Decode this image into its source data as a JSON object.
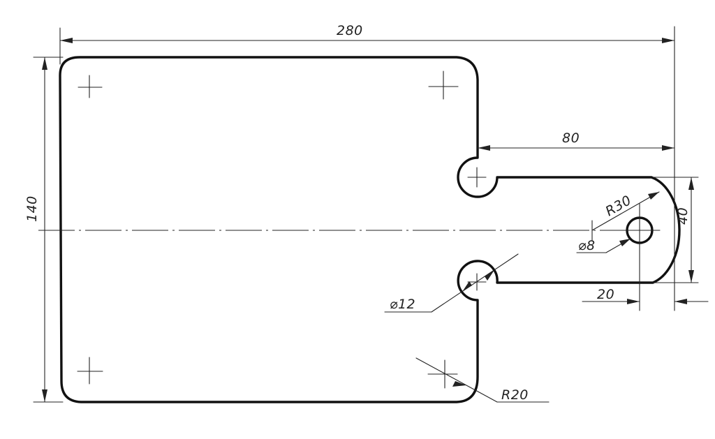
{
  "dimensions": {
    "overall_length": "280",
    "overall_height": "140",
    "tab_length": "80",
    "tab_height": "40",
    "end_offset": "20",
    "end_radius": "R30",
    "hole_diameter": "⌀8",
    "notch_diameter": "⌀12",
    "corner_radius": "R20"
  }
}
